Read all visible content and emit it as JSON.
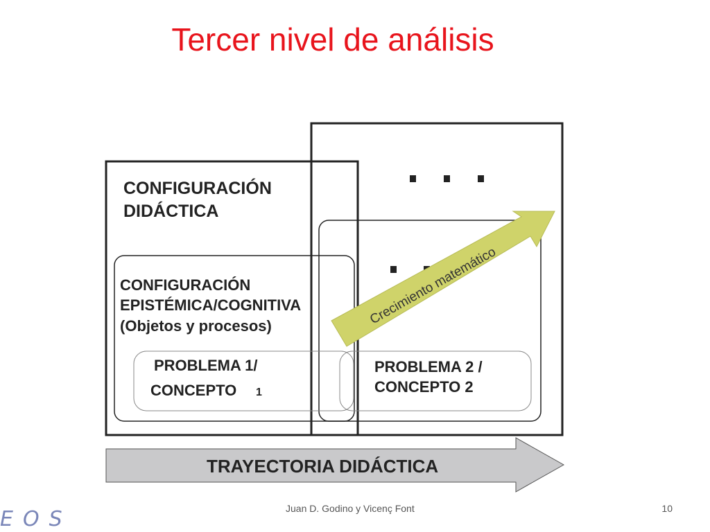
{
  "slide": {
    "title": "Tercer nivel de análisis",
    "footer": "Juan D. Godino y Vicenç Font",
    "page_number": "10",
    "logo_text": "EOS"
  },
  "diagram": {
    "config_didactica": [
      "CONFIGURACIÓN",
      "DIDÁCTICA"
    ],
    "config_epistemica": [
      "CONFIGURACIÓN",
      "EPISTÉMICA/COGNITIVA",
      "(Objetos y procesos)"
    ],
    "problema1": [
      "PROBLEMA 1/",
      "CONCEPTO"
    ],
    "problema1_index": "1",
    "problema2": [
      "PROBLEMA 2 /",
      "CONCEPTO 2"
    ],
    "growth_arrow_label": "Crecimiento matemático",
    "trajectory_label": "TRAYECTORIA DIDÁCTICA",
    "colors": {
      "title": "#e8141c",
      "growth_arrow": "#cfd36a",
      "trajectory_arrow": "#c9c9cb",
      "outline": "#222222"
    }
  }
}
